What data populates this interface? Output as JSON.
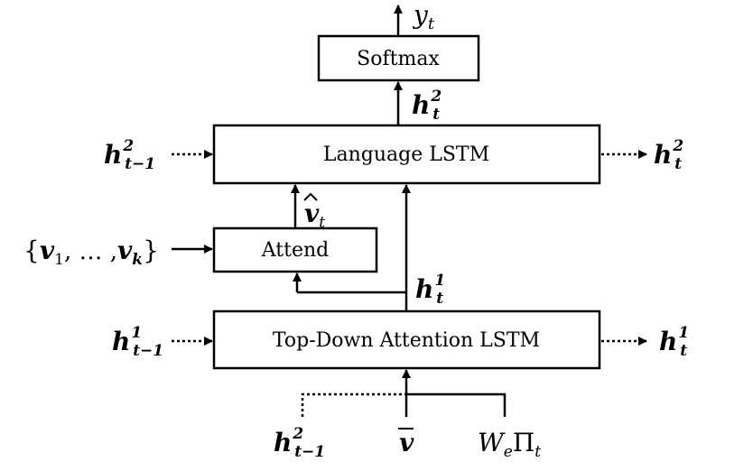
{
  "boxes": {
    "softmax": "Softmax",
    "language_lstm": "Language LSTM",
    "attend": "Attend",
    "topdown_lstm": "Top-Down Attention LSTM"
  },
  "symbols": {
    "h": "h",
    "y": "y",
    "v": "v",
    "W": "W",
    "Pi": "Π",
    "sup1": "1",
    "sup2": "2",
    "sub_t": "t",
    "sub_t_minus_1": "t−1",
    "sub_e": "e",
    "sub_1": "1",
    "sub_k": "k",
    "set_open": "{",
    "set_close": "}",
    "set_sep": ", … ,",
    "comma": ","
  }
}
